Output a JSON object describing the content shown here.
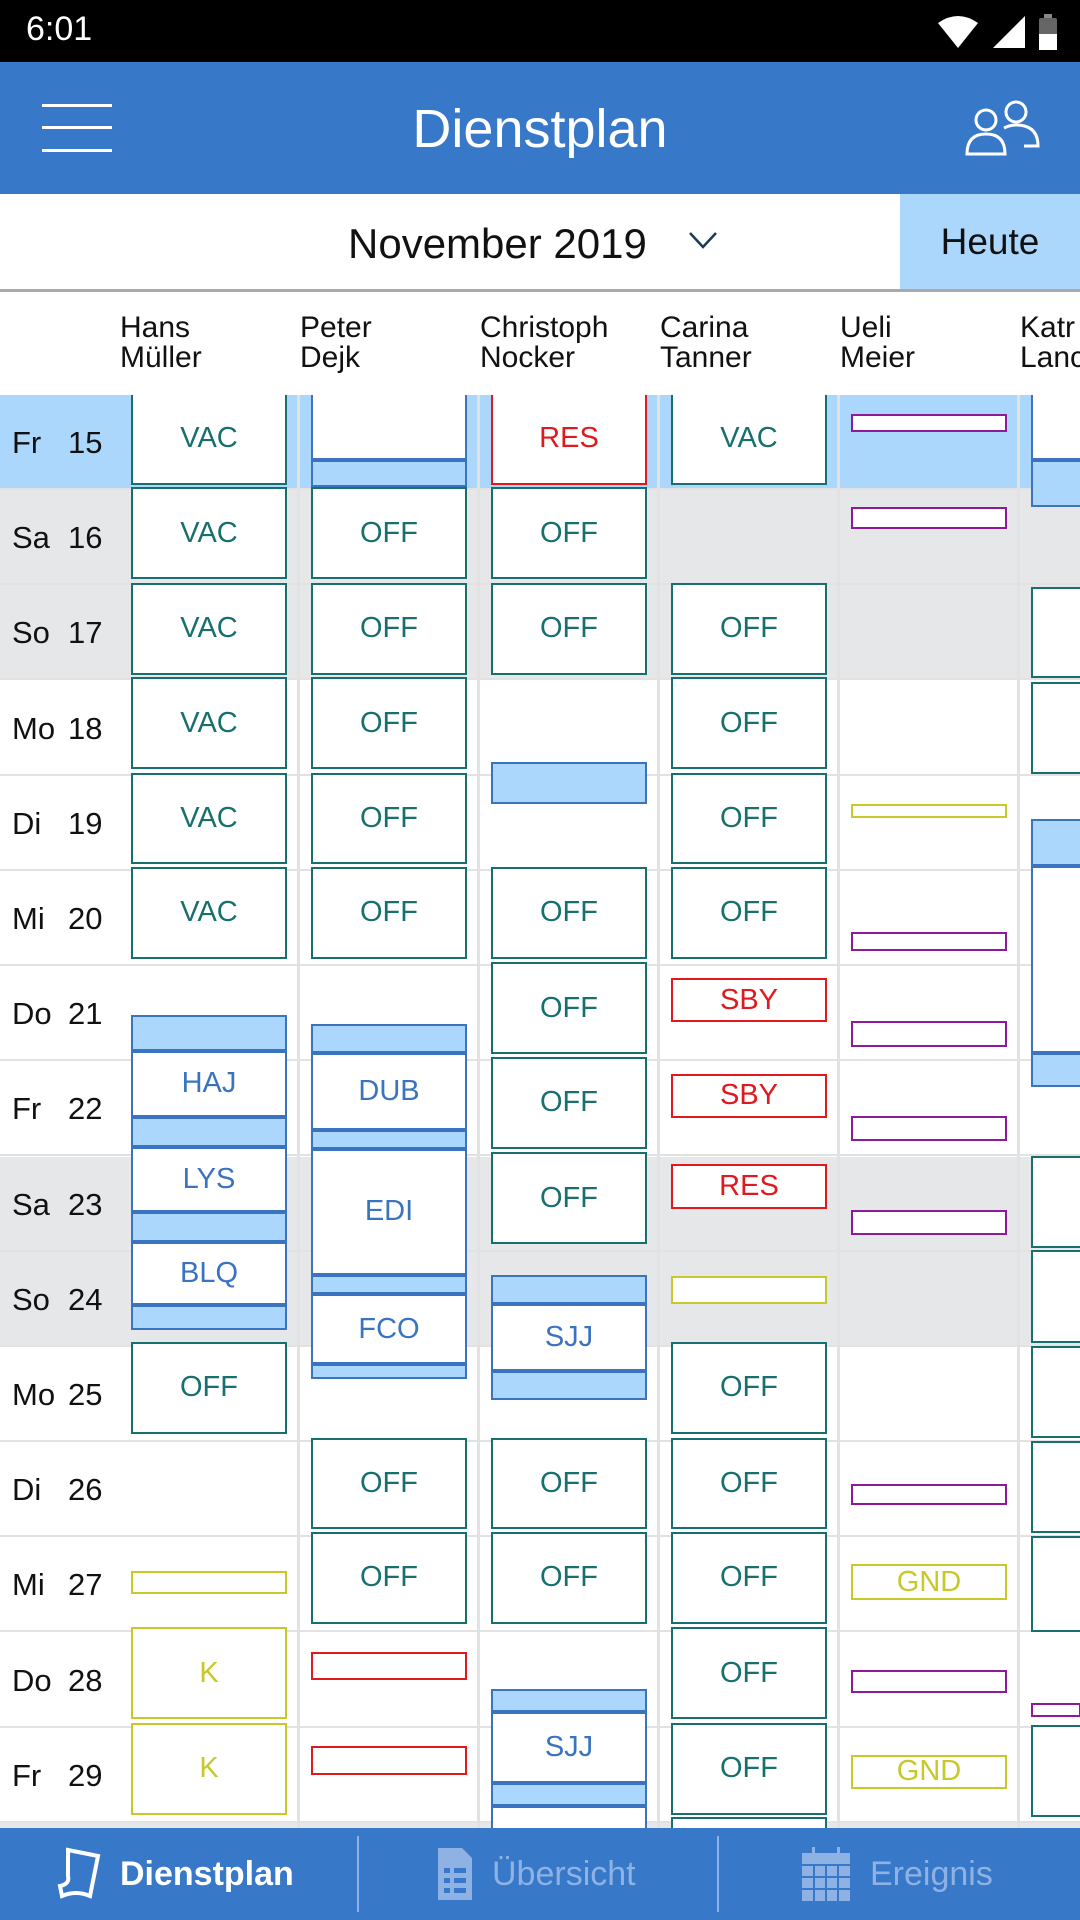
{
  "status": {
    "time": "6:01"
  },
  "appbar": {
    "title": "Dienstplan"
  },
  "monthbar": {
    "month": "November 2019",
    "today_label": "Heute"
  },
  "colors": {
    "appbar": "#3878c8",
    "today": "#acd7fd",
    "duty": "#17706e",
    "alert": "#e0191e",
    "leg": "#3a73c0",
    "yellow": "#c8c82a",
    "purple": "#8e1a99"
  },
  "days": [
    {
      "dow": "Fr",
      "day": "15",
      "type": "today"
    },
    {
      "dow": "Sa",
      "day": "16",
      "type": "weekend"
    },
    {
      "dow": "So",
      "day": "17",
      "type": "weekend"
    },
    {
      "dow": "Mo",
      "day": "18",
      "type": "weekday"
    },
    {
      "dow": "Di",
      "day": "19",
      "type": "weekday"
    },
    {
      "dow": "Mi",
      "day": "20",
      "type": "weekday"
    },
    {
      "dow": "Do",
      "day": "21",
      "type": "weekday"
    },
    {
      "dow": "Fr",
      "day": "22",
      "type": "weekday"
    },
    {
      "dow": "Sa",
      "day": "23",
      "type": "weekend"
    },
    {
      "dow": "So",
      "day": "24",
      "type": "weekend"
    },
    {
      "dow": "Mo",
      "day": "25",
      "type": "weekday"
    },
    {
      "dow": "Di",
      "day": "26",
      "type": "weekday"
    },
    {
      "dow": "Mi",
      "day": "27",
      "type": "weekday"
    },
    {
      "dow": "Do",
      "day": "28",
      "type": "weekday"
    },
    {
      "dow": "Fr",
      "day": "29",
      "type": "weekday"
    }
  ],
  "columns": [
    {
      "first": "Hans",
      "last": "Müller",
      "events": [
        {
          "label": "VAC",
          "kind": "duty"
        },
        {
          "label": "VAC",
          "kind": "duty"
        },
        {
          "label": "VAC",
          "kind": "duty"
        },
        {
          "label": "VAC",
          "kind": "duty"
        },
        {
          "label": "VAC",
          "kind": "duty"
        },
        {
          "label": "VAC",
          "kind": "duty"
        },
        {
          "label": "",
          "kind": "transit"
        },
        {
          "label": "HAJ",
          "kind": "leg"
        },
        {
          "label": "",
          "kind": "transit"
        },
        {
          "label": "LYS",
          "kind": "leg"
        },
        {
          "label": "",
          "kind": "transit"
        },
        {
          "label": "BLQ",
          "kind": "leg"
        },
        {
          "label": "",
          "kind": "transit"
        },
        {
          "label": "OFF",
          "kind": "duty"
        },
        {
          "label": "",
          "kind": "yellow"
        },
        {
          "label": "K",
          "kind": "yellow"
        },
        {
          "label": "K",
          "kind": "yellow"
        }
      ]
    },
    {
      "first": "Peter",
      "last": "Dejk",
      "events": [
        {
          "label": "",
          "kind": "leg"
        },
        {
          "label": "",
          "kind": "transit"
        },
        {
          "label": "OFF",
          "kind": "duty"
        },
        {
          "label": "OFF",
          "kind": "duty"
        },
        {
          "label": "OFF",
          "kind": "duty"
        },
        {
          "label": "OFF",
          "kind": "duty"
        },
        {
          "label": "OFF",
          "kind": "duty"
        },
        {
          "label": "",
          "kind": "transit"
        },
        {
          "label": "DUB",
          "kind": "leg"
        },
        {
          "label": "",
          "kind": "transit"
        },
        {
          "label": "EDI",
          "kind": "leg"
        },
        {
          "label": "",
          "kind": "transit"
        },
        {
          "label": "FCO",
          "kind": "leg"
        },
        {
          "label": "",
          "kind": "transit"
        },
        {
          "label": "OFF",
          "kind": "duty"
        },
        {
          "label": "OFF",
          "kind": "duty"
        },
        {
          "label": "",
          "kind": "red"
        },
        {
          "label": "",
          "kind": "red"
        }
      ]
    },
    {
      "first": "Christoph",
      "last": "Nocker",
      "events": [
        {
          "label": "RES",
          "kind": "alert"
        },
        {
          "label": "OFF",
          "kind": "duty"
        },
        {
          "label": "OFF",
          "kind": "duty"
        },
        {
          "label": "",
          "kind": "transit"
        },
        {
          "label": "OFF",
          "kind": "duty"
        },
        {
          "label": "OFF",
          "kind": "duty"
        },
        {
          "label": "OFF",
          "kind": "duty"
        },
        {
          "label": "OFF",
          "kind": "duty"
        },
        {
          "label": "",
          "kind": "transit"
        },
        {
          "label": "SJJ",
          "kind": "leg"
        },
        {
          "label": "",
          "kind": "transit"
        },
        {
          "label": "OFF",
          "kind": "duty"
        },
        {
          "label": "OFF",
          "kind": "duty"
        },
        {
          "label": "",
          "kind": "transit"
        },
        {
          "label": "SJJ",
          "kind": "leg"
        },
        {
          "label": "",
          "kind": "transit"
        },
        {
          "label": "",
          "kind": "leg"
        }
      ]
    },
    {
      "first": "Carina",
      "last": "Tanner",
      "events": [
        {
          "label": "VAC",
          "kind": "duty"
        },
        {
          "label": "OFF",
          "kind": "duty"
        },
        {
          "label": "OFF",
          "kind": "duty"
        },
        {
          "label": "OFF",
          "kind": "duty"
        },
        {
          "label": "OFF",
          "kind": "duty"
        },
        {
          "label": "SBY",
          "kind": "alert"
        },
        {
          "label": "SBY",
          "kind": "alert"
        },
        {
          "label": "RES",
          "kind": "alert"
        },
        {
          "label": "",
          "kind": "yellow"
        },
        {
          "label": "OFF",
          "kind": "duty"
        },
        {
          "label": "OFF",
          "kind": "duty"
        },
        {
          "label": "OFF",
          "kind": "duty"
        },
        {
          "label": "OFF",
          "kind": "duty"
        },
        {
          "label": "OFF",
          "kind": "duty"
        },
        {
          "label": "",
          "kind": "duty"
        }
      ]
    },
    {
      "first": "Ueli",
      "last": "Meier",
      "events": [
        {
          "label": "",
          "kind": "purple"
        },
        {
          "label": "",
          "kind": "purple"
        },
        {
          "label": "",
          "kind": "yellow"
        },
        {
          "label": "",
          "kind": "purple"
        },
        {
          "label": "",
          "kind": "purple"
        },
        {
          "label": "",
          "kind": "purple"
        },
        {
          "label": "",
          "kind": "purple"
        },
        {
          "label": "",
          "kind": "purple"
        },
        {
          "label": "GND",
          "kind": "yellow"
        },
        {
          "label": "",
          "kind": "purple"
        },
        {
          "label": "GND",
          "kind": "yellow"
        }
      ]
    },
    {
      "first": "Katr",
      "last": "Lanc",
      "events": [
        {
          "label": "",
          "kind": "leg"
        },
        {
          "label": "",
          "kind": "transit"
        },
        {
          "label": "",
          "kind": "duty"
        },
        {
          "label": "",
          "kind": "duty"
        },
        {
          "label": "",
          "kind": "transit"
        },
        {
          "label": "",
          "kind": "leg"
        },
        {
          "label": "",
          "kind": "transit"
        },
        {
          "label": "",
          "kind": "duty"
        },
        {
          "label": "",
          "kind": "duty"
        },
        {
          "label": "",
          "kind": "duty"
        },
        {
          "label": "",
          "kind": "duty"
        },
        {
          "label": "",
          "kind": "duty"
        },
        {
          "label": "",
          "kind": "purple"
        },
        {
          "label": "",
          "kind": "duty"
        }
      ]
    }
  ],
  "nav": {
    "tabs": [
      {
        "label": "Dienstplan"
      },
      {
        "label": "Übersicht"
      },
      {
        "label": "Ereignis"
      }
    ]
  }
}
